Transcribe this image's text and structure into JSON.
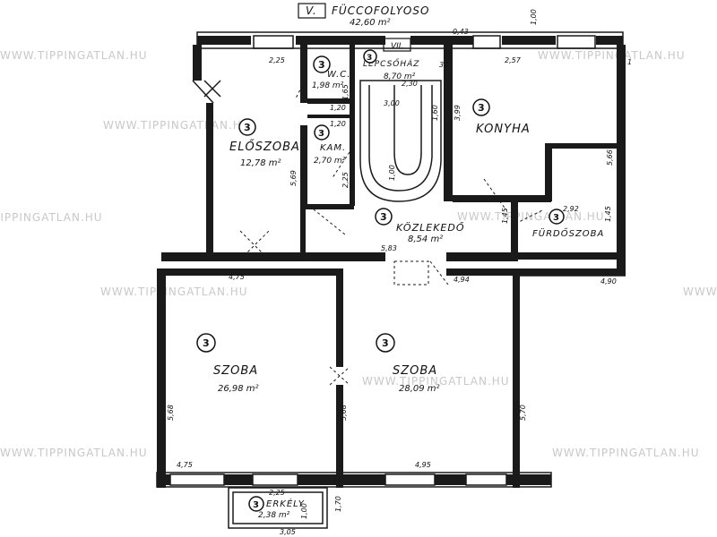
{
  "header": {
    "section": "V.",
    "corridor_name": "FÜCCOFOLYOSO",
    "corridor_area": "42,60 m²",
    "stair_label": "VII."
  },
  "watermark": "WWW.TIPPINGATLAN.HU",
  "rooms": {
    "wc": {
      "badge": "3",
      "name": "W.C.",
      "area": "1,98 m²"
    },
    "lepcsohaz": {
      "badge": "3",
      "name": "LÉPCSŐHÁZ",
      "area": "8,70 m²"
    },
    "konyha": {
      "badge": "3",
      "name": "KONYHA"
    },
    "eloszoba": {
      "badge": "3",
      "name": "ELŐSZOBA",
      "area": "12,78 m²"
    },
    "kamra": {
      "badge": "3",
      "name": "KAM.",
      "area": "2,70 m²"
    },
    "kozlekedo": {
      "badge": "3",
      "name": "KÖZLEKEDŐ",
      "area": "8,54 m²"
    },
    "furdoszoba": {
      "badge": "3",
      "name": "FÜRDŐSZOBA"
    },
    "szoba1": {
      "badge": "3",
      "name": "SZOBA",
      "area": "26,98 m²"
    },
    "szoba2": {
      "badge": "3",
      "name": "SZOBA",
      "area": "28,09 m²"
    },
    "erkely": {
      "badge": "3",
      "name": "ERKÉLY",
      "area": "2,38 m²"
    }
  },
  "dims": {
    "d_1_00": "1,00",
    "d_0_43": "0,43",
    "d_2_25": "2,25",
    "d_2_57": "2,57",
    "d_1_20a": "1,20",
    "d_1_20b": "1,20",
    "d_1_65": "1,65",
    "d_2_30": "2,30",
    "d_3_32": "32",
    "d_3_99": "3,99",
    "d_5_66": "5,66",
    "d_5_69": "5,69",
    "d_2_25b": "2,25",
    "d_1_60": "1,60",
    "d_1_00b": "1,00",
    "d_3_00": "3,00",
    "d_2_92": "2,92",
    "d_1_45a": "1,45",
    "d_1_45b": "1,45",
    "d_5_83": "5,83",
    "d_4_75a": "4,75",
    "d_4_94": "4,94",
    "d_4_90": "4,90",
    "d_5_68a": "5,68",
    "d_5_68b": "5,68",
    "d_5_70": "5,70",
    "d_4_75b": "4,75",
    "d_4_95": "4,95",
    "d_2_25c": "2,25",
    "d_1_70": "1,70",
    "d_3_05": "3,05",
    "d_1_00c": "1,00",
    "d_1": "1"
  }
}
